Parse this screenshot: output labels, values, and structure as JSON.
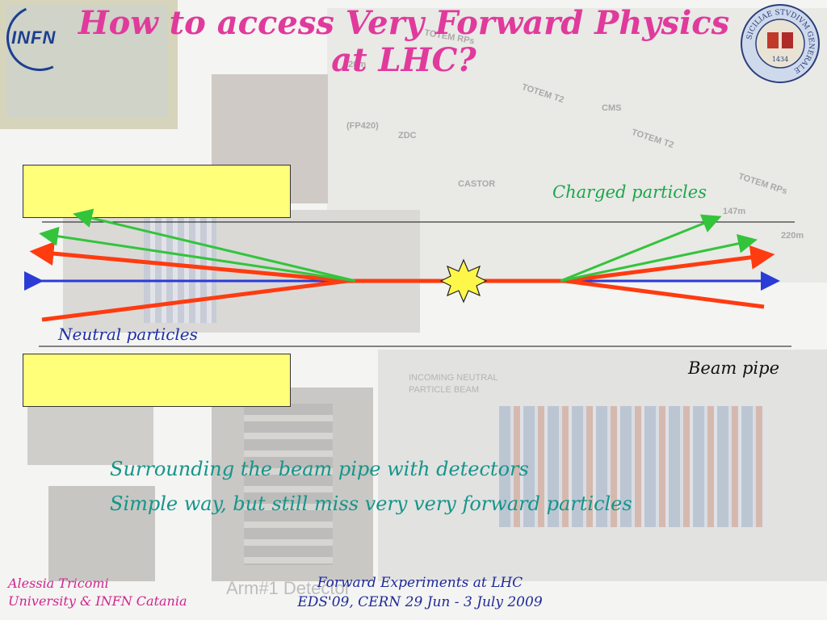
{
  "slide": {
    "title": "How to access Very Forward Physics at LHC?",
    "labels": {
      "charged": "Charged particles",
      "neutral": "Neutral particles",
      "beam_pipe": "Beam pipe"
    },
    "bullets": [
      "Surrounding the beam pipe with detectors",
      "Simple way, but still miss very very forward particles"
    ],
    "footer": {
      "author_name": "Alessia Tricomi",
      "author_affiliation": "University & INFN Catania",
      "conference_line1": "Forward Experiments at LHC",
      "conference_line2": "EDS'09, CERN 29 Jun - 3 July 2009"
    }
  },
  "background_text": {
    "tags": [
      "TOTEM T2",
      "CMS",
      "TOTEM T2",
      "ZDC",
      "(FP420)",
      "CASTOR",
      "TOTEM RPs",
      "147m",
      "220m",
      "TOTEM RPs",
      "420m"
    ],
    "calorimeter_caption_line1": "INCOMING NEUTRAL",
    "calorimeter_caption_line2": "PARTICLE BEAM",
    "arm_label": "Arm#1 Detector"
  },
  "logos": {
    "infn_text": "INFN",
    "seal_text": "SICILIAE STVDIVM GENERALE",
    "seal_year": "1434"
  },
  "colors": {
    "title": "#e03a9c",
    "charged_tracks": "#33c43c",
    "neutral_tracks": "#ff3b10",
    "beam_line": "#2b3bd6",
    "box_fill": "#ffff7a",
    "bullets": "#15958b",
    "author": "#d0248f",
    "conference": "#1e2a9a"
  }
}
